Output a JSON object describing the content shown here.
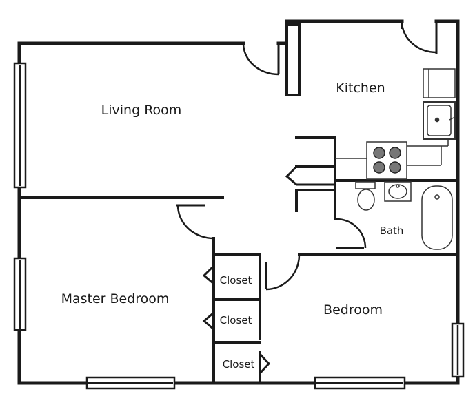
{
  "rooms": {
    "living_room": "Living Room",
    "kitchen": "Kitchen",
    "master_bedroom": "Master Bedroom",
    "bedroom": "Bedroom",
    "bath": "Bath"
  },
  "closets": {
    "closet_1": "Closet",
    "closet_2": "Closet",
    "closet_3": "Closet"
  },
  "colors": {
    "wall": "#1a1a1a",
    "fixture": "#333333",
    "background": "#ffffff"
  }
}
